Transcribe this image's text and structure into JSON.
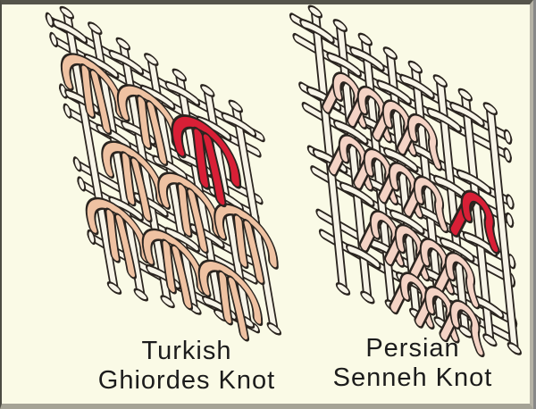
{
  "figures": [
    {
      "id": "turkish",
      "caption_line1": "Turkish",
      "caption_line2": "Ghiordes Knot",
      "knot_type": "ghiordes-symmetric-knot",
      "knot_color": "#efc2a2",
      "highlight_color": "#d81f36"
    },
    {
      "id": "persian",
      "caption_line1": "Persian",
      "caption_line2": "Senneh Knot",
      "knot_type": "senneh-asymmetric-knot",
      "knot_color": "#f4d3c5",
      "highlight_color": "#d81f36"
    }
  ],
  "colors": {
    "background": "#fafae6",
    "thread": "#f7f4e8",
    "outline": "#2a241f",
    "text": "#1c1c1c",
    "border_dark": "#55544b",
    "border_light": "#b5b2a5",
    "border_bottom": "#a5a396"
  }
}
